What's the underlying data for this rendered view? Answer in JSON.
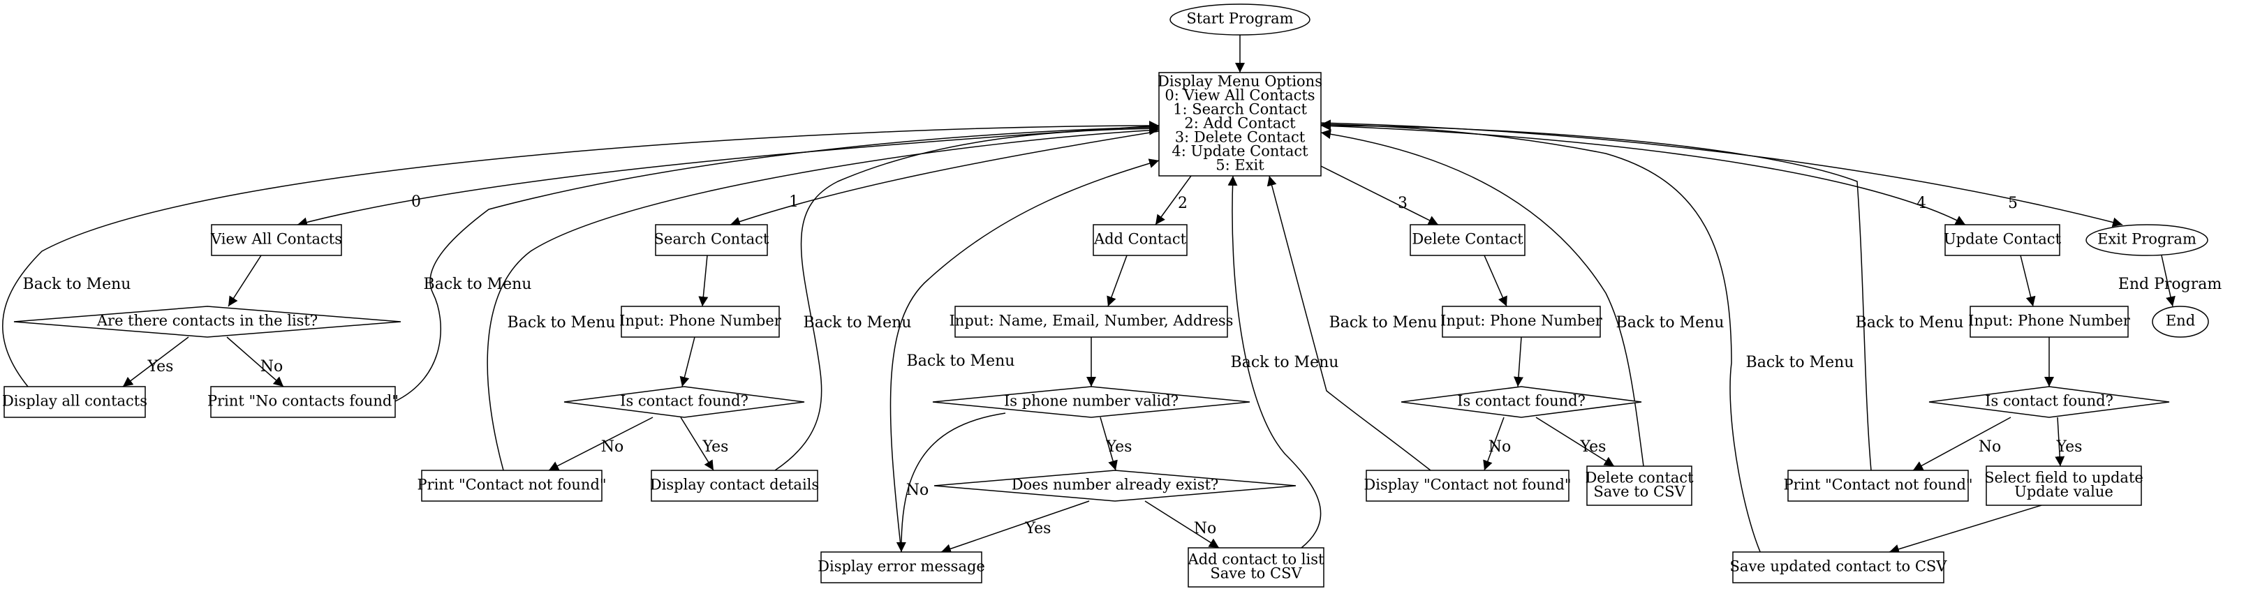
{
  "diagram": {
    "nodes": [
      {
        "id": "start",
        "shape": "ellipse",
        "lines": [
          "Start Program"
        ]
      },
      {
        "id": "menu",
        "shape": "box",
        "lines": [
          "Display Menu Options",
          "0: View All Contacts",
          "1: Search Contact",
          "2: Add Contact",
          "3: Delete Contact",
          "4: Update Contact",
          "5: Exit"
        ]
      },
      {
        "id": "view_all",
        "shape": "box",
        "lines": [
          "View All Contacts"
        ]
      },
      {
        "id": "any_contacts",
        "shape": "diamond",
        "lines": [
          "Are there contacts in the list?"
        ]
      },
      {
        "id": "display_all",
        "shape": "box",
        "lines": [
          "Display all contacts"
        ]
      },
      {
        "id": "no_contacts",
        "shape": "box",
        "lines": [
          "Print \"No contacts found\""
        ]
      },
      {
        "id": "search",
        "shape": "box",
        "lines": [
          "Search Contact"
        ]
      },
      {
        "id": "s_input",
        "shape": "box",
        "lines": [
          "Input: Phone Number"
        ]
      },
      {
        "id": "s_found",
        "shape": "diamond",
        "lines": [
          "Is contact found?"
        ]
      },
      {
        "id": "s_notfound",
        "shape": "box",
        "lines": [
          "Print \"Contact not found\""
        ]
      },
      {
        "id": "s_details",
        "shape": "box",
        "lines": [
          "Display contact details"
        ]
      },
      {
        "id": "add",
        "shape": "box",
        "lines": [
          "Add Contact"
        ]
      },
      {
        "id": "a_input",
        "shape": "box",
        "lines": [
          "Input: Name, Email, Number, Address"
        ]
      },
      {
        "id": "a_valid",
        "shape": "diamond",
        "lines": [
          "Is phone number valid?"
        ]
      },
      {
        "id": "a_exists",
        "shape": "diamond",
        "lines": [
          "Does number already exist?"
        ]
      },
      {
        "id": "a_error",
        "shape": "box",
        "lines": [
          "Display error message"
        ]
      },
      {
        "id": "a_save",
        "shape": "box",
        "lines": [
          "Add contact to list",
          "Save to CSV"
        ]
      },
      {
        "id": "delete",
        "shape": "box",
        "lines": [
          "Delete Contact"
        ]
      },
      {
        "id": "d_input",
        "shape": "box",
        "lines": [
          "Input: Phone Number"
        ]
      },
      {
        "id": "d_found",
        "shape": "diamond",
        "lines": [
          "Is contact found?"
        ]
      },
      {
        "id": "d_notfound",
        "shape": "box",
        "lines": [
          "Display \"Contact not found\""
        ]
      },
      {
        "id": "d_delete",
        "shape": "box",
        "lines": [
          "Delete contact",
          "Save to CSV"
        ]
      },
      {
        "id": "update",
        "shape": "box",
        "lines": [
          "Update Contact"
        ]
      },
      {
        "id": "u_input",
        "shape": "box",
        "lines": [
          "Input: Phone Number"
        ]
      },
      {
        "id": "u_found",
        "shape": "diamond",
        "lines": [
          "Is contact found?"
        ]
      },
      {
        "id": "u_notfound",
        "shape": "box",
        "lines": [
          "Print \"Contact not found\""
        ]
      },
      {
        "id": "u_select",
        "shape": "box",
        "lines": [
          "Select field to update",
          "Update value"
        ]
      },
      {
        "id": "u_save",
        "shape": "box",
        "lines": [
          "Save updated contact to CSV"
        ]
      },
      {
        "id": "exit",
        "shape": "ellipse",
        "lines": [
          "Exit Program"
        ]
      },
      {
        "id": "end",
        "shape": "ellipse",
        "lines": [
          "End"
        ]
      }
    ],
    "edges": [
      {
        "id": "e_start_menu",
        "from": "start",
        "to": "menu",
        "label": ""
      },
      {
        "id": "e_menu_view",
        "from": "menu",
        "to": "view_all",
        "label": "0"
      },
      {
        "id": "e_menu_search",
        "from": "menu",
        "to": "search",
        "label": "1"
      },
      {
        "id": "e_menu_add",
        "from": "menu",
        "to": "add",
        "label": "2"
      },
      {
        "id": "e_menu_delete",
        "from": "menu",
        "to": "delete",
        "label": "3"
      },
      {
        "id": "e_menu_update",
        "from": "menu",
        "to": "update",
        "label": "4"
      },
      {
        "id": "e_menu_exit",
        "from": "menu",
        "to": "exit",
        "label": "5"
      },
      {
        "id": "e_exit_end",
        "from": "exit",
        "to": "end",
        "label": "End Program"
      },
      {
        "id": "e_view_q",
        "from": "view_all",
        "to": "any_contacts",
        "label": ""
      },
      {
        "id": "e_q_yes",
        "from": "any_contacts",
        "to": "display_all",
        "label": "Yes"
      },
      {
        "id": "e_q_no",
        "from": "any_contacts",
        "to": "no_contacts",
        "label": "No"
      },
      {
        "id": "e_displayall_menu",
        "from": "display_all",
        "to": "menu",
        "label": "Back to Menu"
      },
      {
        "id": "e_nocontacts_menu",
        "from": "no_contacts",
        "to": "menu",
        "label": "Back to Menu"
      },
      {
        "id": "e_search_input",
        "from": "search",
        "to": "s_input",
        "label": ""
      },
      {
        "id": "e_sinput_found",
        "from": "s_input",
        "to": "s_found",
        "label": ""
      },
      {
        "id": "e_sfound_no",
        "from": "s_found",
        "to": "s_notfound",
        "label": "No"
      },
      {
        "id": "e_sfound_yes",
        "from": "s_found",
        "to": "s_details",
        "label": "Yes"
      },
      {
        "id": "e_snotfound_menu",
        "from": "s_notfound",
        "to": "menu",
        "label": "Back to Menu"
      },
      {
        "id": "e_sdetails_menu",
        "from": "s_details",
        "to": "menu",
        "label": "Back to Menu"
      },
      {
        "id": "e_add_input",
        "from": "add",
        "to": "a_input",
        "label": ""
      },
      {
        "id": "e_ainput_valid",
        "from": "a_input",
        "to": "a_valid",
        "label": ""
      },
      {
        "id": "e_avalid_yes",
        "from": "a_valid",
        "to": "a_exists",
        "label": "Yes"
      },
      {
        "id": "e_avalid_no",
        "from": "a_valid",
        "to": "a_error",
        "label": "No"
      },
      {
        "id": "e_aexists_yes",
        "from": "a_exists",
        "to": "a_error",
        "label": "Yes"
      },
      {
        "id": "e_aexists_no",
        "from": "a_exists",
        "to": "a_save",
        "label": "No"
      },
      {
        "id": "e_aerror_menu",
        "from": "a_error",
        "to": "menu",
        "label": "Back to Menu"
      },
      {
        "id": "e_asave_menu",
        "from": "a_save",
        "to": "menu",
        "label": "Back to Menu"
      },
      {
        "id": "e_delete_input",
        "from": "delete",
        "to": "d_input",
        "label": ""
      },
      {
        "id": "e_dinput_found",
        "from": "d_input",
        "to": "d_found",
        "label": ""
      },
      {
        "id": "e_dfound_no",
        "from": "d_found",
        "to": "d_notfound",
        "label": "No"
      },
      {
        "id": "e_dfound_yes",
        "from": "d_found",
        "to": "d_delete",
        "label": "Yes"
      },
      {
        "id": "e_dnotfound_menu",
        "from": "d_notfound",
        "to": "menu",
        "label": "Back to Menu"
      },
      {
        "id": "e_ddelete_menu",
        "from": "d_delete",
        "to": "menu",
        "label": "Back to Menu"
      },
      {
        "id": "e_update_input",
        "from": "update",
        "to": "u_input",
        "label": ""
      },
      {
        "id": "e_uinput_found",
        "from": "u_input",
        "to": "u_found",
        "label": ""
      },
      {
        "id": "e_ufound_no",
        "from": "u_found",
        "to": "u_notfound",
        "label": "No"
      },
      {
        "id": "e_ufound_yes",
        "from": "u_found",
        "to": "u_select",
        "label": "Yes"
      },
      {
        "id": "e_unotfound_menu",
        "from": "u_notfound",
        "to": "menu",
        "label": "Back to Menu"
      },
      {
        "id": "e_uselect_save",
        "from": "u_select",
        "to": "u_save",
        "label": ""
      },
      {
        "id": "e_usave_menu",
        "from": "u_save",
        "to": "menu",
        "label": "Back to Menu"
      }
    ]
  }
}
